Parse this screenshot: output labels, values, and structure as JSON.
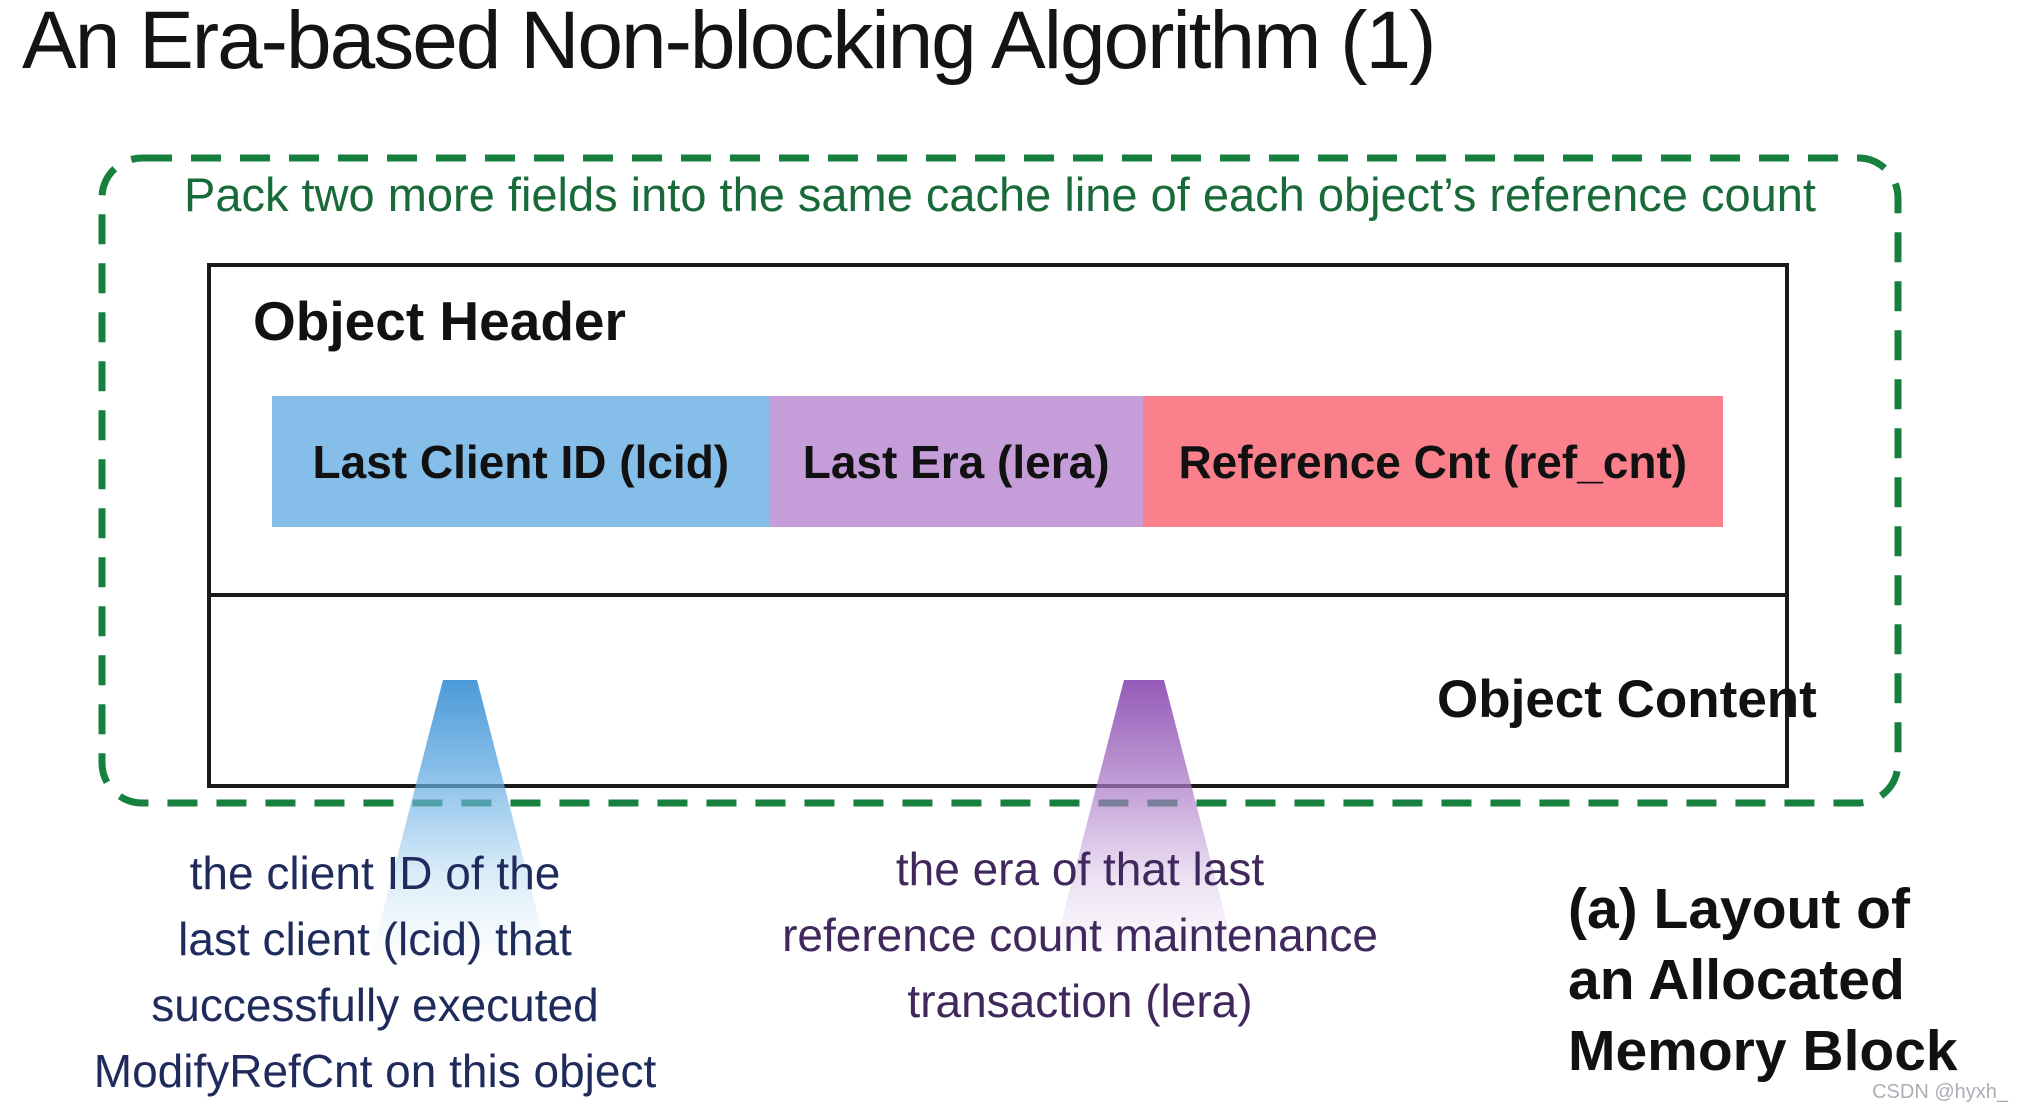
{
  "title": "An Era-based Non-blocking Algorithm (1)",
  "callout": {
    "text": "Pack two more fields into the same cache line of each object’s reference count"
  },
  "memory_block": {
    "header_label": "Object Header",
    "content_label": "Object Content",
    "fields": [
      {
        "name": "lcid",
        "label": "Last Client ID (lcid)",
        "color": "#85BEE8",
        "width_pct": 34.3
      },
      {
        "name": "lera",
        "label": "Last Era (lera)",
        "color": "#C59DD8",
        "width_pct": 25.7
      },
      {
        "name": "ref_cnt",
        "label": "Reference Cnt (ref_cnt)",
        "color": "#FA818C",
        "width_pct": 40.0
      }
    ]
  },
  "annotations": {
    "lcid": {
      "lines": [
        "the client ID of the",
        "last client (lcid) that",
        "successfully executed",
        "ModifyRefCnt on this object"
      ],
      "color": "#1F2B5C"
    },
    "lera": {
      "lines": [
        "the era of that last",
        "reference count maintenance",
        "transaction (lera)"
      ],
      "color": "#41285C"
    },
    "caption": {
      "lines": [
        "(a) Layout of",
        "an Allocated",
        "Memory Block"
      ],
      "color": "#111111"
    }
  },
  "colors": {
    "green_border": "#17803F",
    "green_text": "#186B39",
    "box_border": "#1A1A1A",
    "cone_blue": "#4D9DDB",
    "cone_purple": "#9C63BB"
  },
  "watermark": "CSDN @hyxh_"
}
